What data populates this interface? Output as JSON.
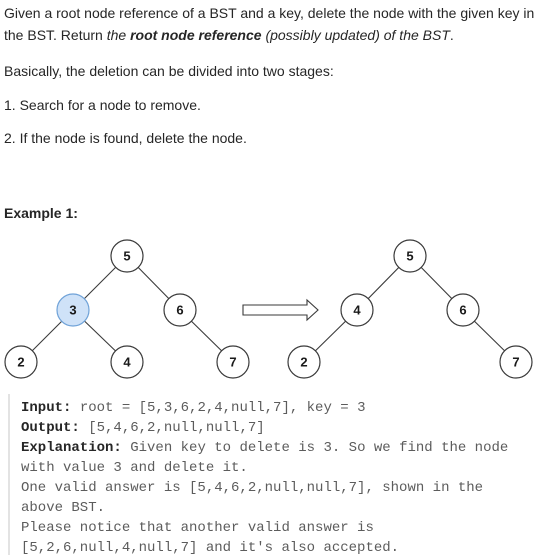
{
  "problem": {
    "intro_1": "Given a root node reference of a BST and a key, delete the node with the given key in the BST. Return ",
    "intro_em1": "the ",
    "intro_strong": "root node reference",
    "intro_em2": " (possibly updated) of the BST",
    "intro_end": ".",
    "stages_intro": "Basically, the deletion can be divided into two stages:",
    "stage_1": "1. Search for a node to remove.",
    "stage_2": "2. If the node is found, delete the node."
  },
  "example": {
    "title": "Example 1:",
    "before_tree": [
      5,
      3,
      6,
      2,
      4,
      7
    ],
    "after_tree": [
      5,
      4,
      6,
      2,
      7
    ],
    "highlighted_node": "3",
    "input_label": "Input:",
    "input_value": " root = [5,3,6,2,4,null,7], key = 3",
    "output_label": "Output:",
    "output_value": " [5,4,6,2,null,null,7]",
    "explanation_label": "Explanation:",
    "explanation_lines": [
      " Given key to delete is 3. So we find the node",
      "with value 3 and delete it.",
      "One valid answer is [5,4,6,2,null,null,7], shown in the",
      "above BST.",
      "Please notice that another valid answer is",
      "[5,2,6,null,4,null,7] and it's also accepted."
    ]
  },
  "colors": {
    "highlight_fill": "#cfe2f8",
    "highlight_stroke": "#6fa2d8",
    "text": "#262626"
  }
}
